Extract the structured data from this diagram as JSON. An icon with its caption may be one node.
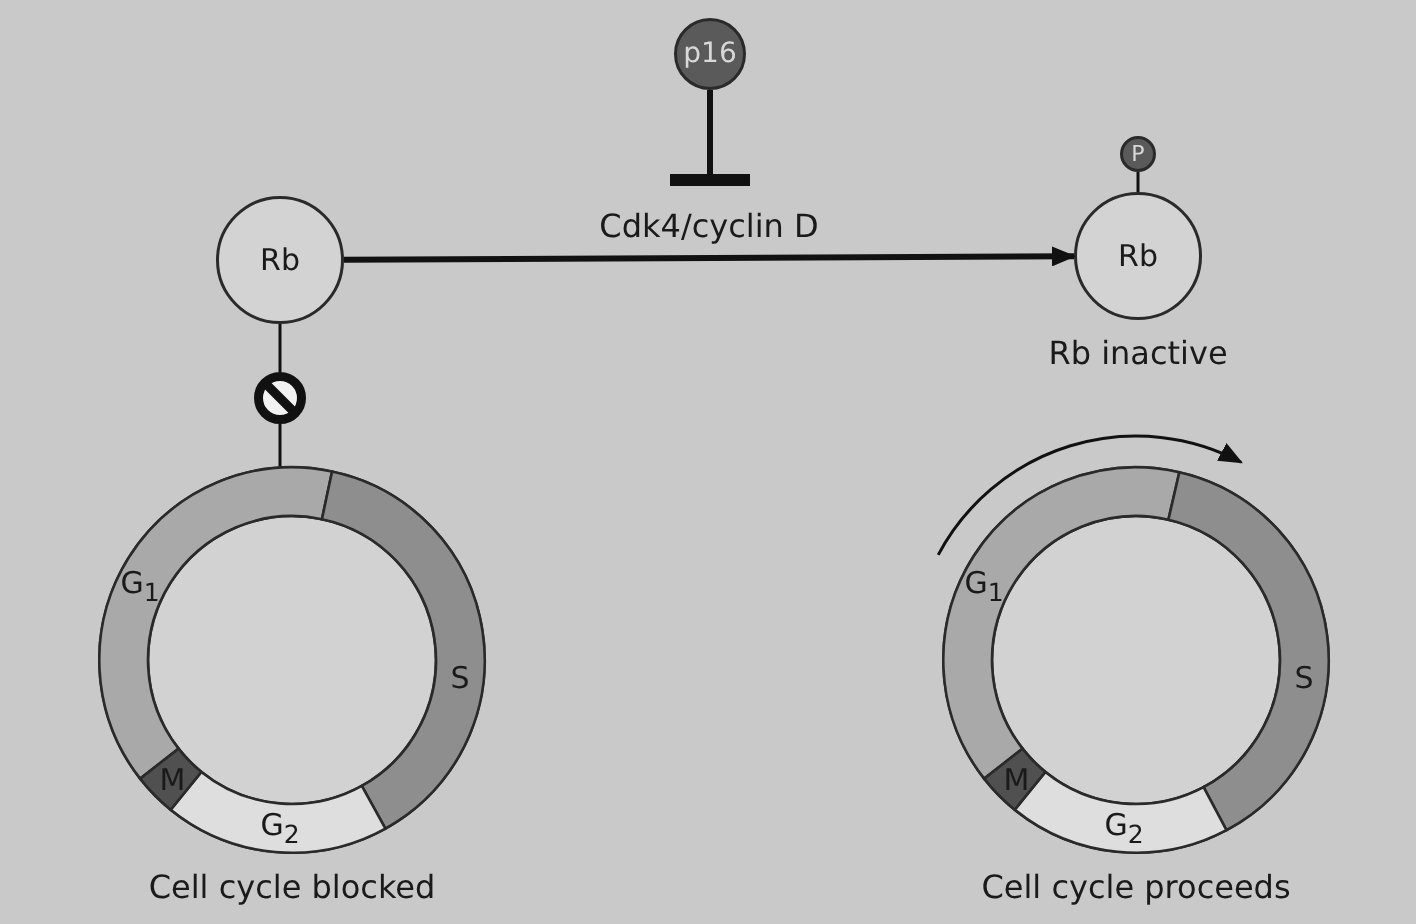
{
  "diagram": {
    "nodes": [
      {
        "text": [
          "p16"
        ]
      },
      {
        "text": [
          "Rb"
        ]
      },
      {
        "text": [
          "Rb"
        ],
        "beside": [
          "Rb inactive"
        ]
      },
      {
        "text": [
          "P"
        ]
      },
      {
        "text": [],
        "shape": "circle"
      },
      {
        "text": [],
        "shape": "circle"
      },
      {
        "text": [
          "G$_{1}$"
        ],
        "in": 5
      },
      {
        "text": [
          "S"
        ],
        "in": 5
      },
      {
        "text": [
          "G$_{2}$"
        ],
        "in": 5
      },
      {
        "text": [
          "M"
        ],
        "in": 5
      },
      {
        "text": [],
        "shape": "circle"
      },
      {
        "text": [
          "G$_{1}$"
        ],
        "in": 10
      },
      {
        "text": [
          "S"
        ],
        "in": 10
      },
      {
        "text": [
          "G$_{2}$"
        ],
        "in": 10
      },
      {
        "text": [
          "M"
        ],
        "in": 10
      }
    ],
    "edges": [
      {
        "from": 1,
        "to": 2,
        "arrow": "to",
        "label": "Cdk4/cyclin D",
        "style": "thick"
      },
      {
        "from": 0,
        "to": null,
        "arrow": "other",
        "style": "thick"
      },
      {
        "from": 1,
        "to": 4,
        "arrow": "none"
      },
      {
        "from": 4,
        "to": 6,
        "arrow": "none"
      },
      {
        "from": 3,
        "to": 2,
        "arrow": "none"
      }
    ],
    "labels": [
      "Cell cycle blocked",
      "Cell cycle proceeds"
    ]
  }
}
